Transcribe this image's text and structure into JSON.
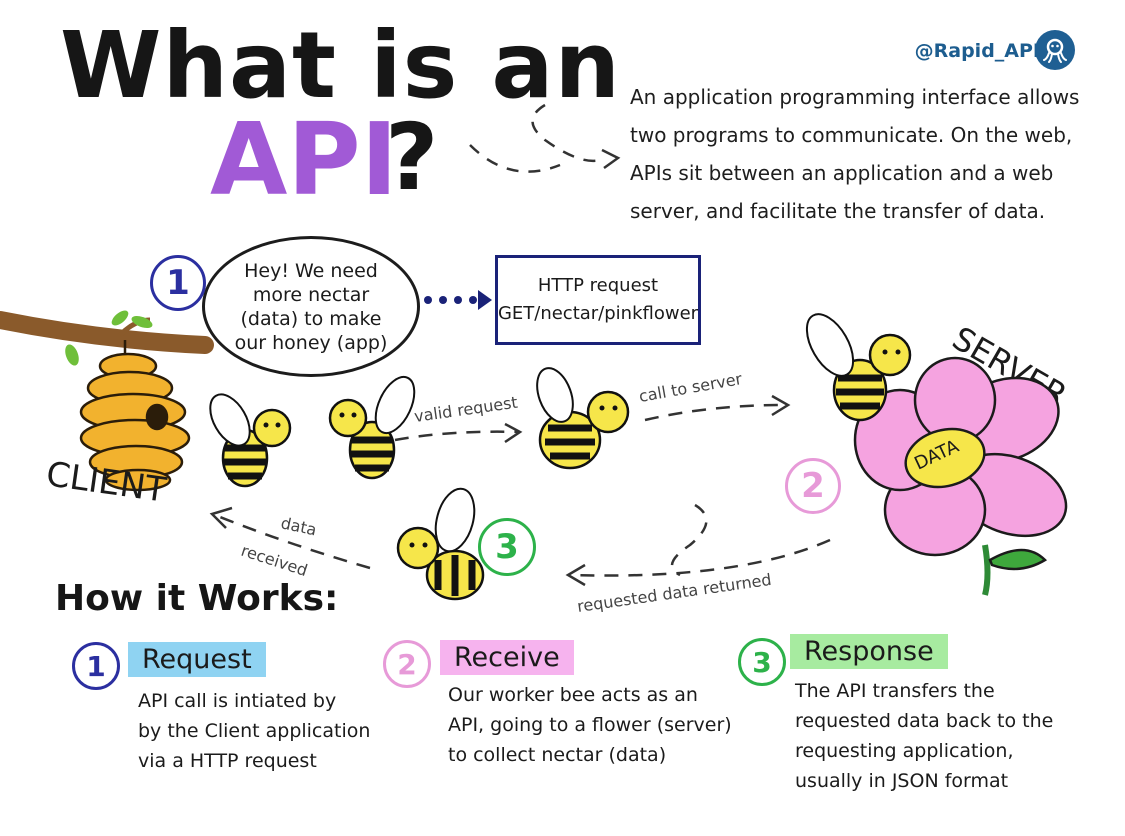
{
  "title": {
    "line1": "What is an",
    "api": "API",
    "question": "?"
  },
  "brand": {
    "handle": "@Rapid_API",
    "logo_icon": "octopus-icon"
  },
  "intro": "An application programming interface allows two programs to communicate. On the web, APIs sit between an application and a web server, and facilitate the transfer of data.",
  "diagram": {
    "speech_bubble": "Hey! We need more nectar (data) to make our honey (app)",
    "http_request": {
      "line1": "HTTP request",
      "line2": "GET/nectar/pinkflower"
    },
    "labels": {
      "client": "CLIENT",
      "server": "SERVER",
      "data_tag": "DATA",
      "valid_request": "valid request",
      "call_to_server": "call to server",
      "requested_data_returned": "requested data returned",
      "data_received_1": "data",
      "data_received_2": "received"
    },
    "numbers": {
      "one": "1",
      "two": "2",
      "three": "3"
    },
    "colors": {
      "step1": "#2b2fa0",
      "step2": "#e79ad8",
      "step3": "#2db24a",
      "api_purple": "#a15ad6",
      "box_navy": "#1a2278"
    }
  },
  "how_it_works": {
    "title": "How it Works:",
    "steps": [
      {
        "num": "1",
        "title": "Request",
        "desc": [
          "API call is intiated by",
          "by the Client application",
          "via a HTTP request"
        ]
      },
      {
        "num": "2",
        "title": "Receive",
        "desc": [
          "Our worker bee acts as an",
          "API, going to a flower (server)",
          "to collect nectar (data)"
        ]
      },
      {
        "num": "3",
        "title": "Response",
        "desc": [
          "The API transfers the",
          "requested data back to the",
          "requesting application,",
          "usually in JSON format"
        ]
      }
    ]
  }
}
